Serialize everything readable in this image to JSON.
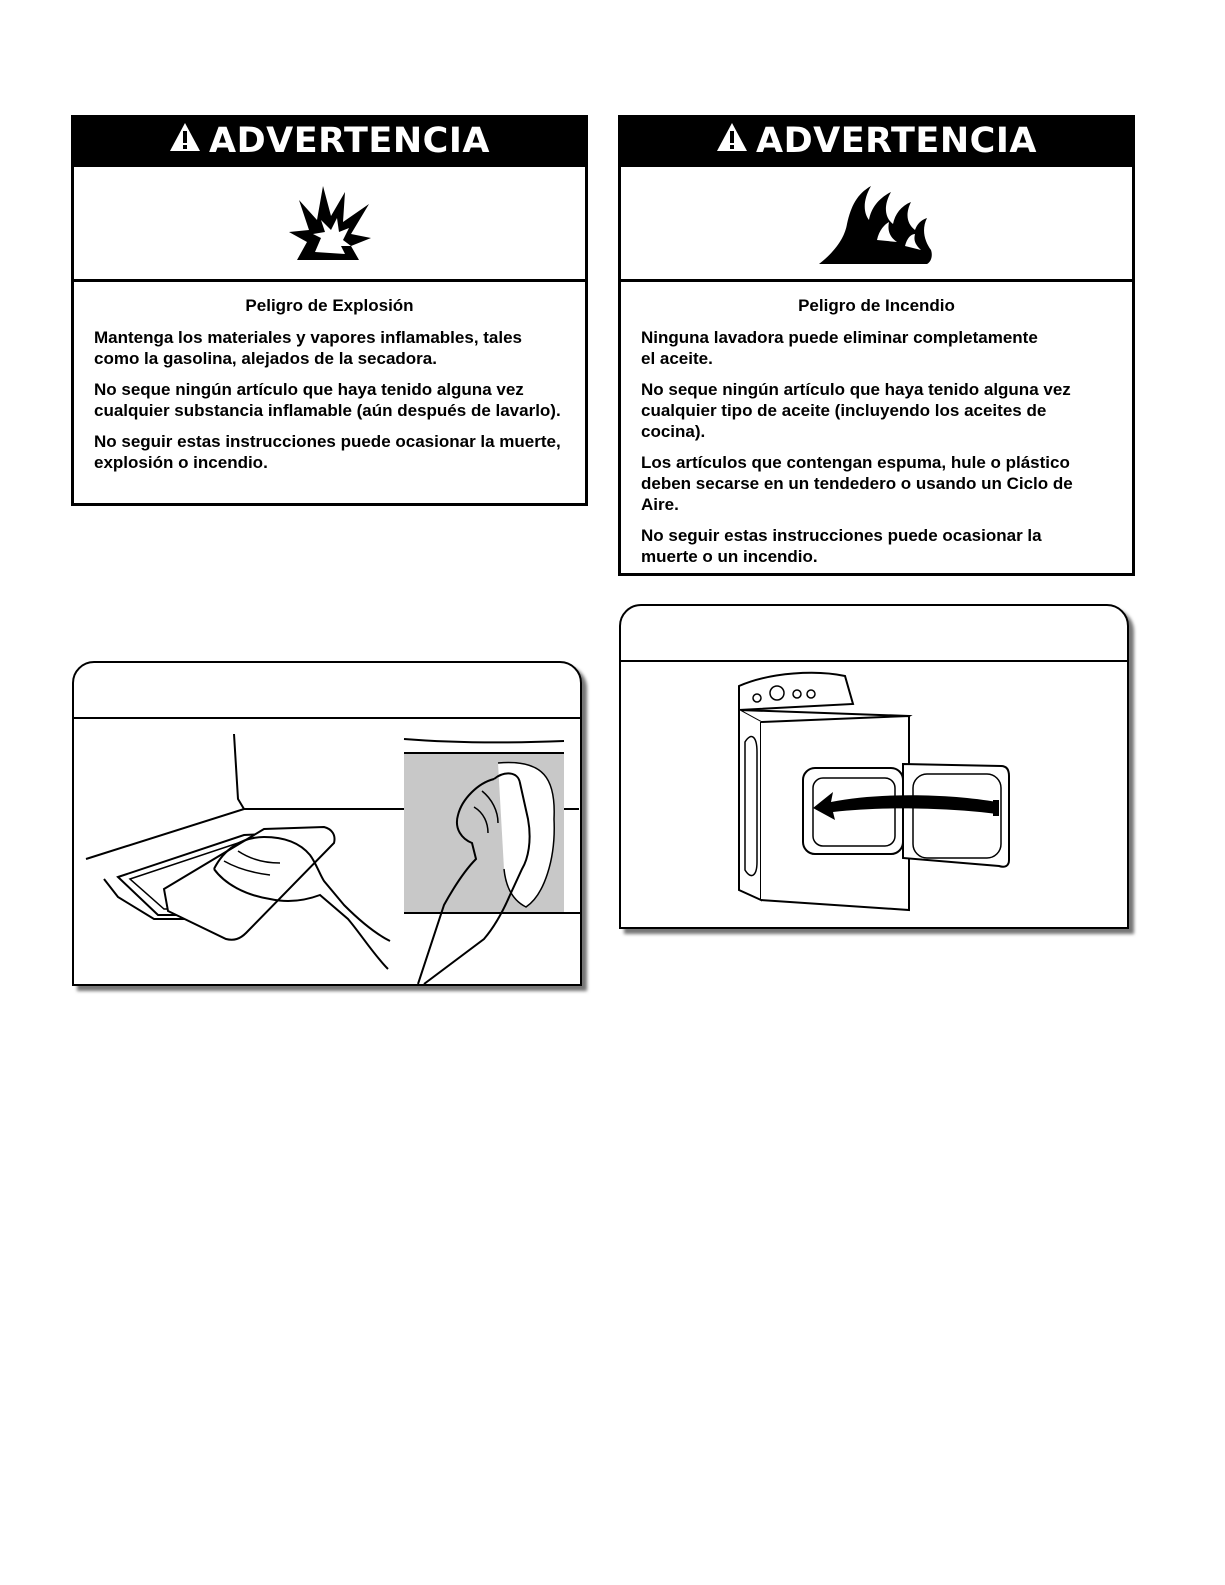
{
  "warning_explosion": {
    "header": "ADVERTENCIA",
    "symbol_icon": "explosion-icon",
    "title": "Peligro de Explosión",
    "paragraphs": [
      "Mantenga los materiales y vapores inflamables, tales como la gasolina, alejados de la secadora.",
      "No seque ningún artículo que haya tenido alguna vez cualquier substancia inflamable (aún después de lavarlo).",
      "No seguir estas instrucciones puede ocasionar la muerte, explosión o incendio."
    ]
  },
  "warning_fire": {
    "header": "ADVERTENCIA",
    "symbol_icon": "fire-icon",
    "title": "Peligro de Incendio",
    "paragraphs": [
      "Ninguna lavadora puede eliminar completamente el aceite.",
      "No seque ningún artículo que haya tenido alguna vez cualquier tipo de aceite (incluyendo los aceites de cocina).",
      "Los artículos que contengan espuma, hule o plástico deben secarse en un tendedero o usando un Ciclo de Aire.",
      "No seguir estas instrucciones puede ocasionar la muerte o un incendio."
    ]
  },
  "colors": {
    "ink": "#000000",
    "paper": "#ffffff",
    "shade": "#c8c8c8"
  }
}
